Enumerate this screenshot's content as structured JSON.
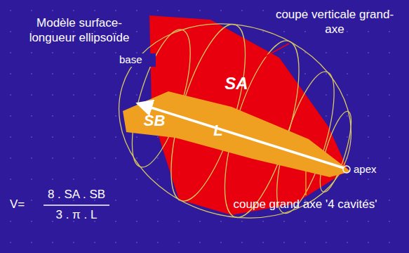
{
  "diagram": {
    "labels": [
      "Modèle surface-longueur ellipsoïde",
      "base",
      "coupe verticale grand-axe",
      "SA",
      "SB",
      "L",
      "apex",
      "V=",
      "8 . SA . SB",
      "3 . π . L",
      "coupe grand axe '4 cavités'"
    ]
  }
}
